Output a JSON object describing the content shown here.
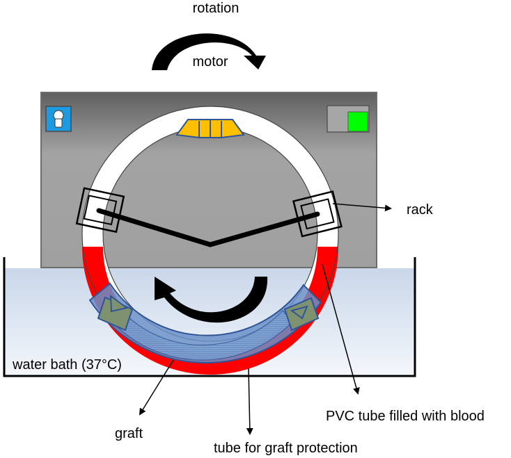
{
  "labels": {
    "rotation": "rotation",
    "motor": "motor",
    "rack": "rack",
    "water_bath": "water bath (37°C)",
    "pvc_tube": "PVC tube filled with blood",
    "graft": "graft",
    "tube_protection": "tube for graft protection"
  },
  "colors": {
    "motor_box": "#8c8c8c",
    "water": "#dce6f2",
    "blood": "#ff0000",
    "graft_sleeve": "#6e93c8",
    "connector": "#ffc000",
    "indicator": "#00ff00",
    "switch_icon_bg": "#1e9be0"
  }
}
